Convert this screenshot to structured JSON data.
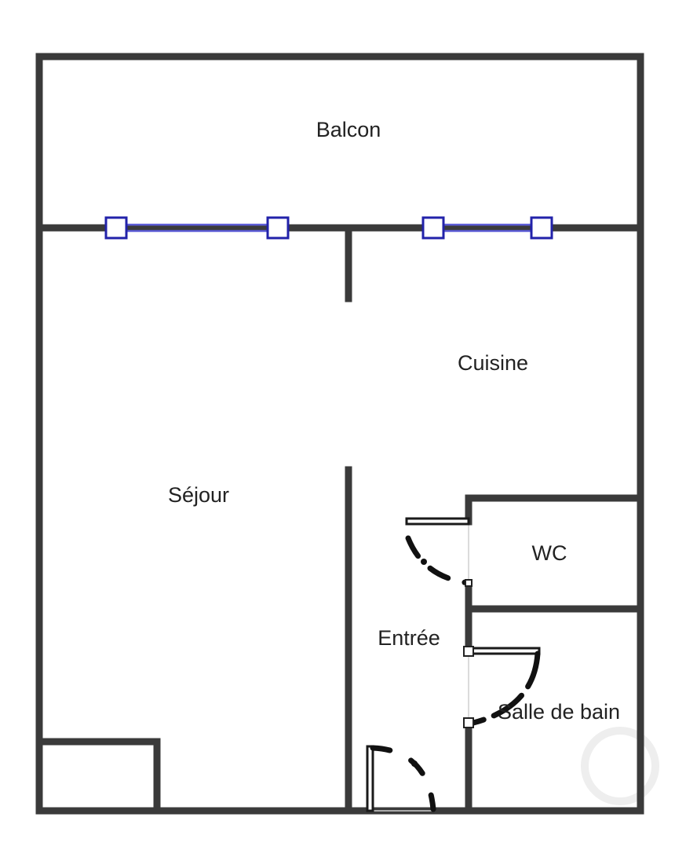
{
  "plan": {
    "rooms": [
      {
        "id": "balcon",
        "label": "Balcon"
      },
      {
        "id": "cuisine",
        "label": "Cuisine"
      },
      {
        "id": "sejour",
        "label": "Séjour"
      },
      {
        "id": "wc",
        "label": "WC"
      },
      {
        "id": "entree",
        "label": "Entrée"
      },
      {
        "id": "salle-de-bain",
        "label": "Salle de bain"
      }
    ]
  }
}
